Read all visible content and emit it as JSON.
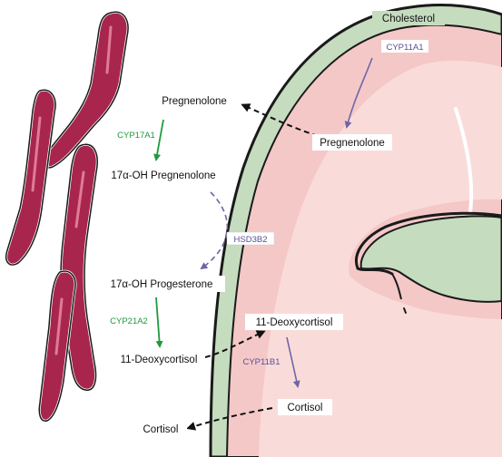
{
  "colors": {
    "membrane_green": "#c5dcbf",
    "cell_pink": "#f5c8c8",
    "cell_pink_light": "#f9dcda",
    "outline": "#1a1a1a",
    "er_dark": "#a8264e",
    "er_light": "#e07a98",
    "arrow_green": "#1f9a3c",
    "arrow_purple": "#7064a8",
    "dashed_black": "#111111"
  },
  "labels": {
    "cholesterol": "Cholesterol",
    "pregnenolone_mito": "Pregnenolone",
    "pregnenolone_er": "Pregnenolone",
    "oh_pregnenolone": "17α-OH Pregnenolone",
    "oh_progesterone": "17α-OH Progesterone",
    "deoxycortisol_er": "11-Deoxycortisol",
    "deoxycortisol_mito": "11-Deoxycortisol",
    "cortisol_mito": "Cortisol",
    "cortisol_out": "Cortisol"
  },
  "enzymes": {
    "cyp11a1": "CYP11A1",
    "cyp17a1": "CYP17A1",
    "hsd3b2": "HSD3B2",
    "cyp21a2": "CYP21A2",
    "cyp11b1": "CYP11B1"
  }
}
